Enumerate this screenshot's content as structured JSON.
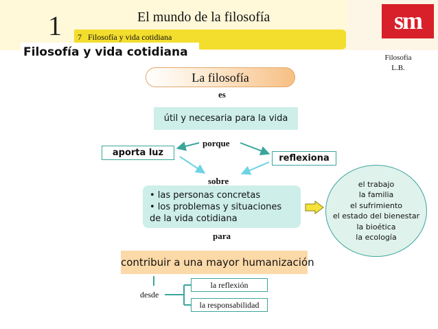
{
  "header": {
    "chapter_number": "1",
    "title": "El mundo de la filosofía",
    "subtitle_number": "7",
    "subtitle": "Filosofía y vida cotidiana",
    "logo_text": "sm"
  },
  "section": {
    "title": "Filosofía y vida cotidiana",
    "side_note_line1": "Filosofía",
    "side_note_line2": "L.B."
  },
  "diagram": {
    "root": "La filosofía",
    "link_es": "es",
    "util": "útil y necesaria para la vida",
    "link_porque": "porque",
    "aporta_luz": "aporta luz",
    "reflexiona": "reflexiona",
    "link_sobre": "sobre",
    "topics": [
      "• las personas concretas",
      "• los problemas y situaciones",
      "de la vida cotidiana"
    ],
    "examples": [
      "el trabajo",
      "la familia",
      "el sufrimiento",
      "el estado del bienestar",
      "la bioética",
      "la ecología"
    ],
    "link_para": "para",
    "humanizacion": "contribuir a una mayor humanización",
    "link_desde": "desde",
    "reflexion": "la reflexión",
    "responsabilidad": "la responsabilidad"
  },
  "colors": {
    "header_yellow": "#f3dd2d",
    "logo_red": "#d8202a",
    "teal_light": "#cdeee9",
    "teal_border": "#3aa59b",
    "orange_light": "#fcd9a8"
  }
}
